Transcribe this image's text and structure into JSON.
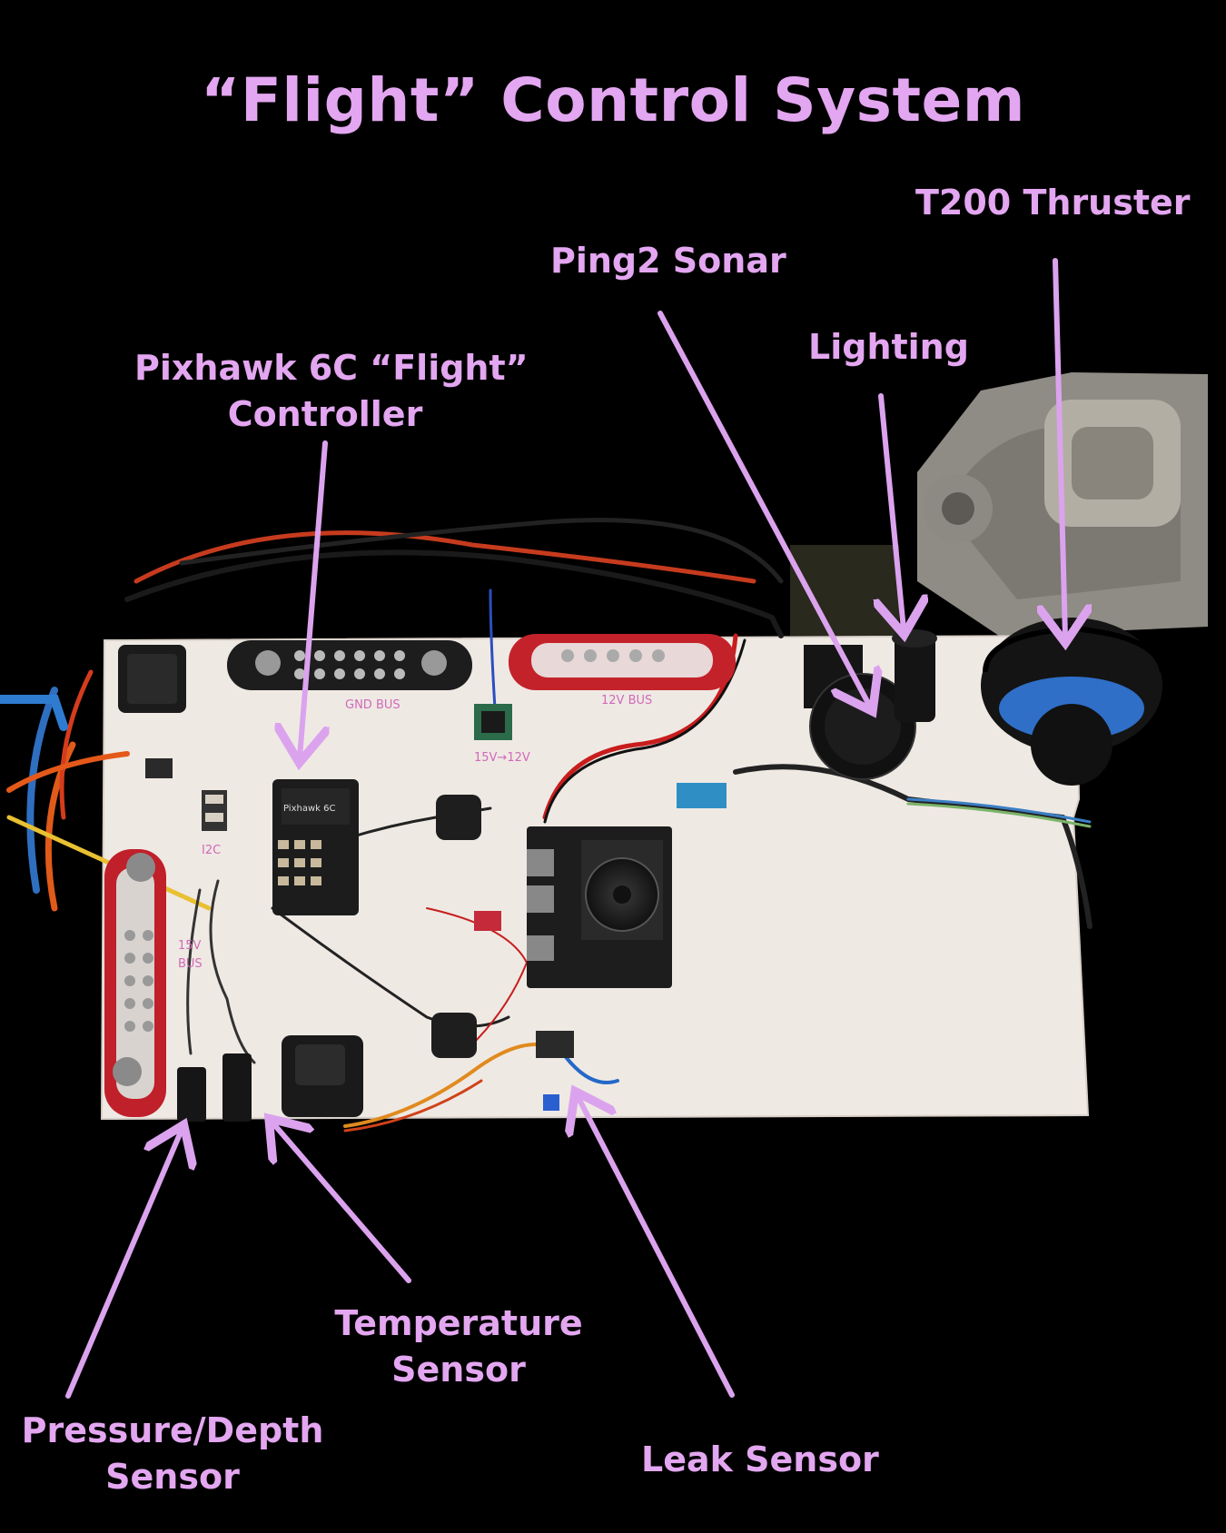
{
  "title": "“Flight” Control System",
  "labels": {
    "thruster": "T200 Thruster",
    "sonar": "Ping2 Sonar",
    "lighting": "Lighting",
    "pixhawk_line1": "Pixhawk 6C “Flight”",
    "pixhawk_line2": "Controller",
    "temperature_line1": "Temperature",
    "temperature_line2": "Sensor",
    "pressure_line1": "Pressure/Depth",
    "pressure_line2": "Sensor",
    "leak": "Leak Sensor"
  },
  "board_markings": {
    "gnd_bus": "GND BUS",
    "v12_bus": "12V BUS",
    "converter": "15V→12V",
    "i2c": "I2C",
    "v15_bus_line1": "15V",
    "v15_bus_line2": "BUS",
    "pixhawk_face": "Pixhawk 6C"
  },
  "colors": {
    "label": "#e3a6f0",
    "arrow": "#dba3ee",
    "background": "#000000",
    "board": "#efe9e4"
  }
}
